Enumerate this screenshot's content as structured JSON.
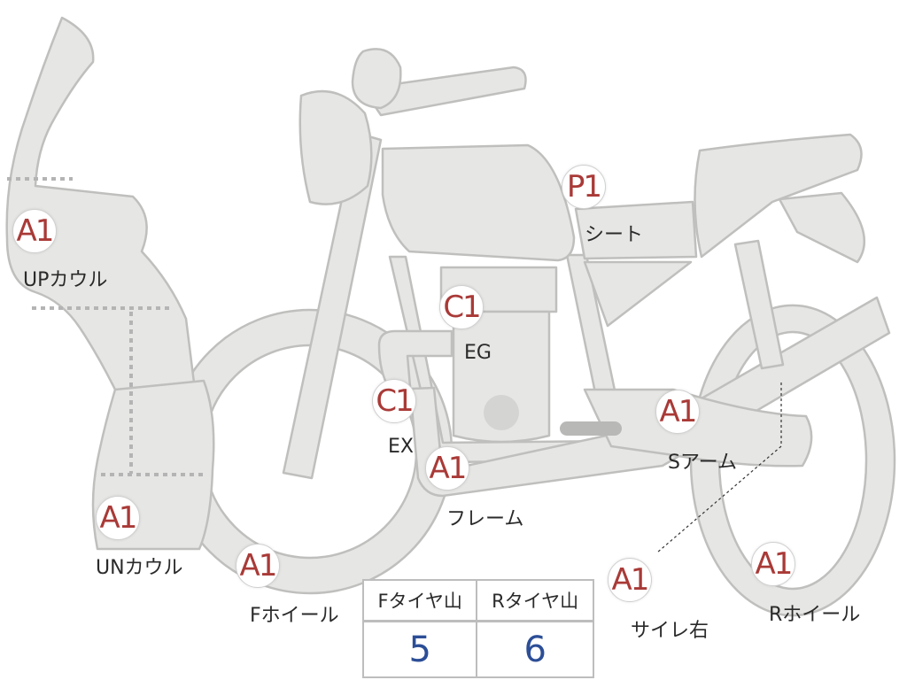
{
  "parts": {
    "up_cowl": {
      "grade": "A1",
      "label": "UPカウル"
    },
    "un_cowl": {
      "grade": "A1",
      "label": "UNカウル"
    },
    "f_wheel": {
      "grade": "A1",
      "label": "Fホイール"
    },
    "ex": {
      "grade": "C1",
      "label": "EX"
    },
    "eg": {
      "grade": "C1",
      "label": "EG"
    },
    "frame": {
      "grade": "A1",
      "label": "フレーム"
    },
    "seat": {
      "grade": "P1",
      "label": "シート"
    },
    "s_arm": {
      "grade": "A1",
      "label": "Sアーム"
    },
    "silencer": {
      "grade": "A1",
      "label": "サイレ右"
    },
    "r_wheel": {
      "grade": "A1",
      "label": "Rホイール"
    }
  },
  "tire_table": {
    "headers": [
      "Fタイヤ山",
      "Rタイヤ山"
    ],
    "values": [
      "5",
      "6"
    ]
  },
  "colors": {
    "grade_text": "#a93a37",
    "tire_value": "#2c4e97",
    "bike_fill": "#e6e6e4",
    "bike_stroke": "#bfbfbd"
  }
}
